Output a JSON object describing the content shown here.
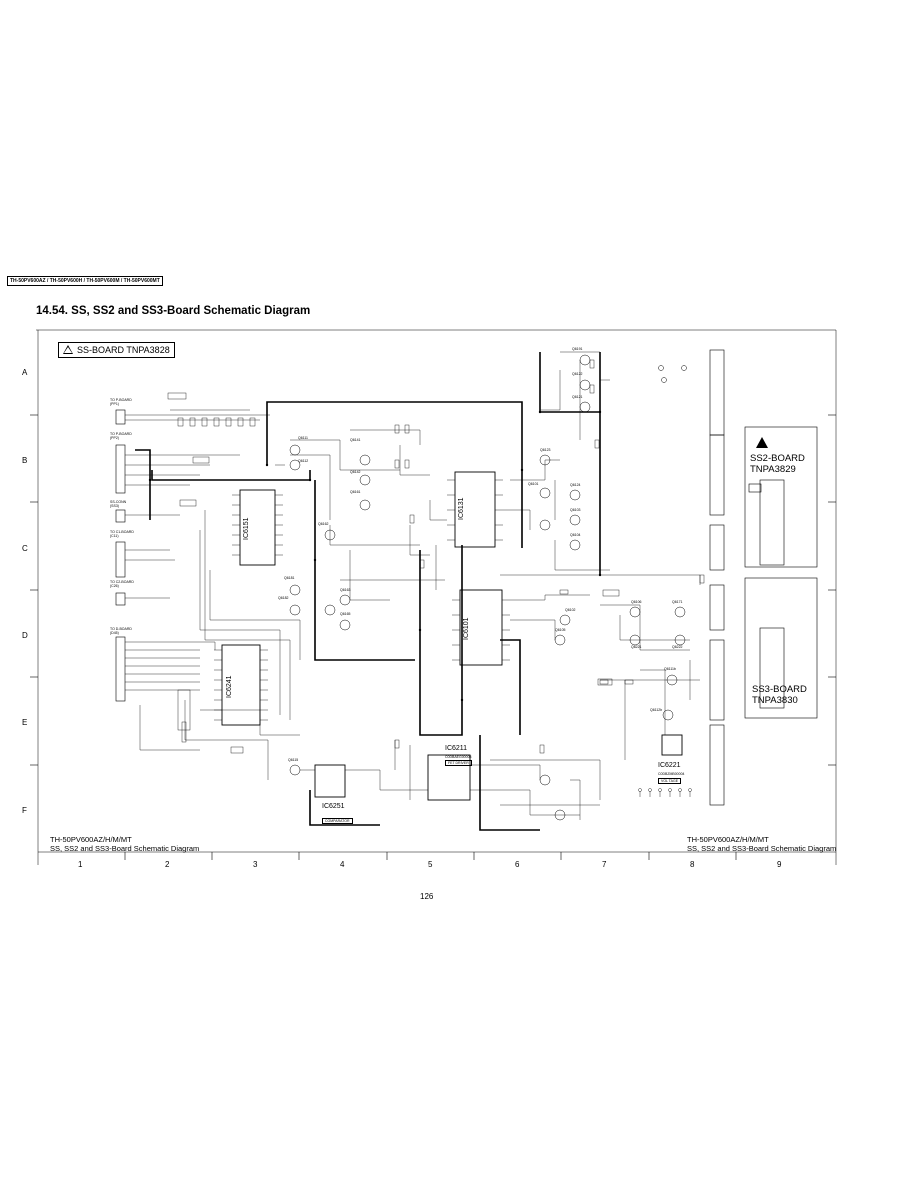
{
  "header": {
    "model_tag": "TH-50PV600AZ / TH-50PV600H / TH-50PV600M / TH-50PV600MT"
  },
  "title": "14.54. SS, SS2 and SS3-Board Schematic Diagram",
  "boards": {
    "ss": "SS-BOARD TNPA3828",
    "ss2_line1": "SS2-BOARD",
    "ss2_line2": "TNPA3829",
    "ss3_line1": "SS3-BOARD",
    "ss3_line2": "TNPA3830"
  },
  "ics": {
    "ic6151": "IC6151",
    "ic6131": "IC6131",
    "ic6101": "IC6101",
    "ic6241": "IC6241",
    "ic6211": "IC6211",
    "ic6211_sub": "FET DRIVER",
    "ic6221": "IC6221",
    "ic6221_part": "C0DBZMB00004",
    "ic6221_sub": "VOL TAGE",
    "ic6251": "IC6251",
    "ic6251_sub": "COMPARATOR",
    "ic6211_part": "C0DBAEG00003"
  },
  "connectors": {
    "p_board_1": "TO P-BOARD (PP1)",
    "p_board_2": "TO P-BOARD (PP2)",
    "ss_conn": "SS-CONN (SS3)",
    "c1": "TO C1-BOARD (C11)",
    "c2": "TO C2-BOARD (C26)",
    "d": "TO D-BOARD (D45)"
  },
  "transistors": [
    "Q6111",
    "Q6112",
    "Q6141",
    "Q6142",
    "Q6161",
    "Q6162",
    "Q6163",
    "Q6165",
    "Q6181",
    "Q6182",
    "Q6191",
    "Q6122",
    "Q6121",
    "Q6123",
    "Q6124",
    "Q6103",
    "Q6104",
    "Q6101",
    "Q6102",
    "Q6105",
    "Q6106",
    "Q6171",
    "Q6221",
    "Q6222",
    "Q6111b",
    "Q6112b",
    "Q6115"
  ],
  "rows": [
    "A",
    "B",
    "C",
    "D",
    "E",
    "F"
  ],
  "columns": [
    "1",
    "2",
    "3",
    "4",
    "5",
    "6",
    "7",
    "8",
    "9"
  ],
  "footer_captions": {
    "left_1": "TH-50PV600AZ/H/M/MT",
    "left_2": "SS, SS2 and SS3-Board Schematic Diagram",
    "right_1": "TH-50PV600AZ/H/M/MT",
    "right_2": "SS, SS2 and SS3-Board Schematic Diagram"
  },
  "page_number": "126"
}
